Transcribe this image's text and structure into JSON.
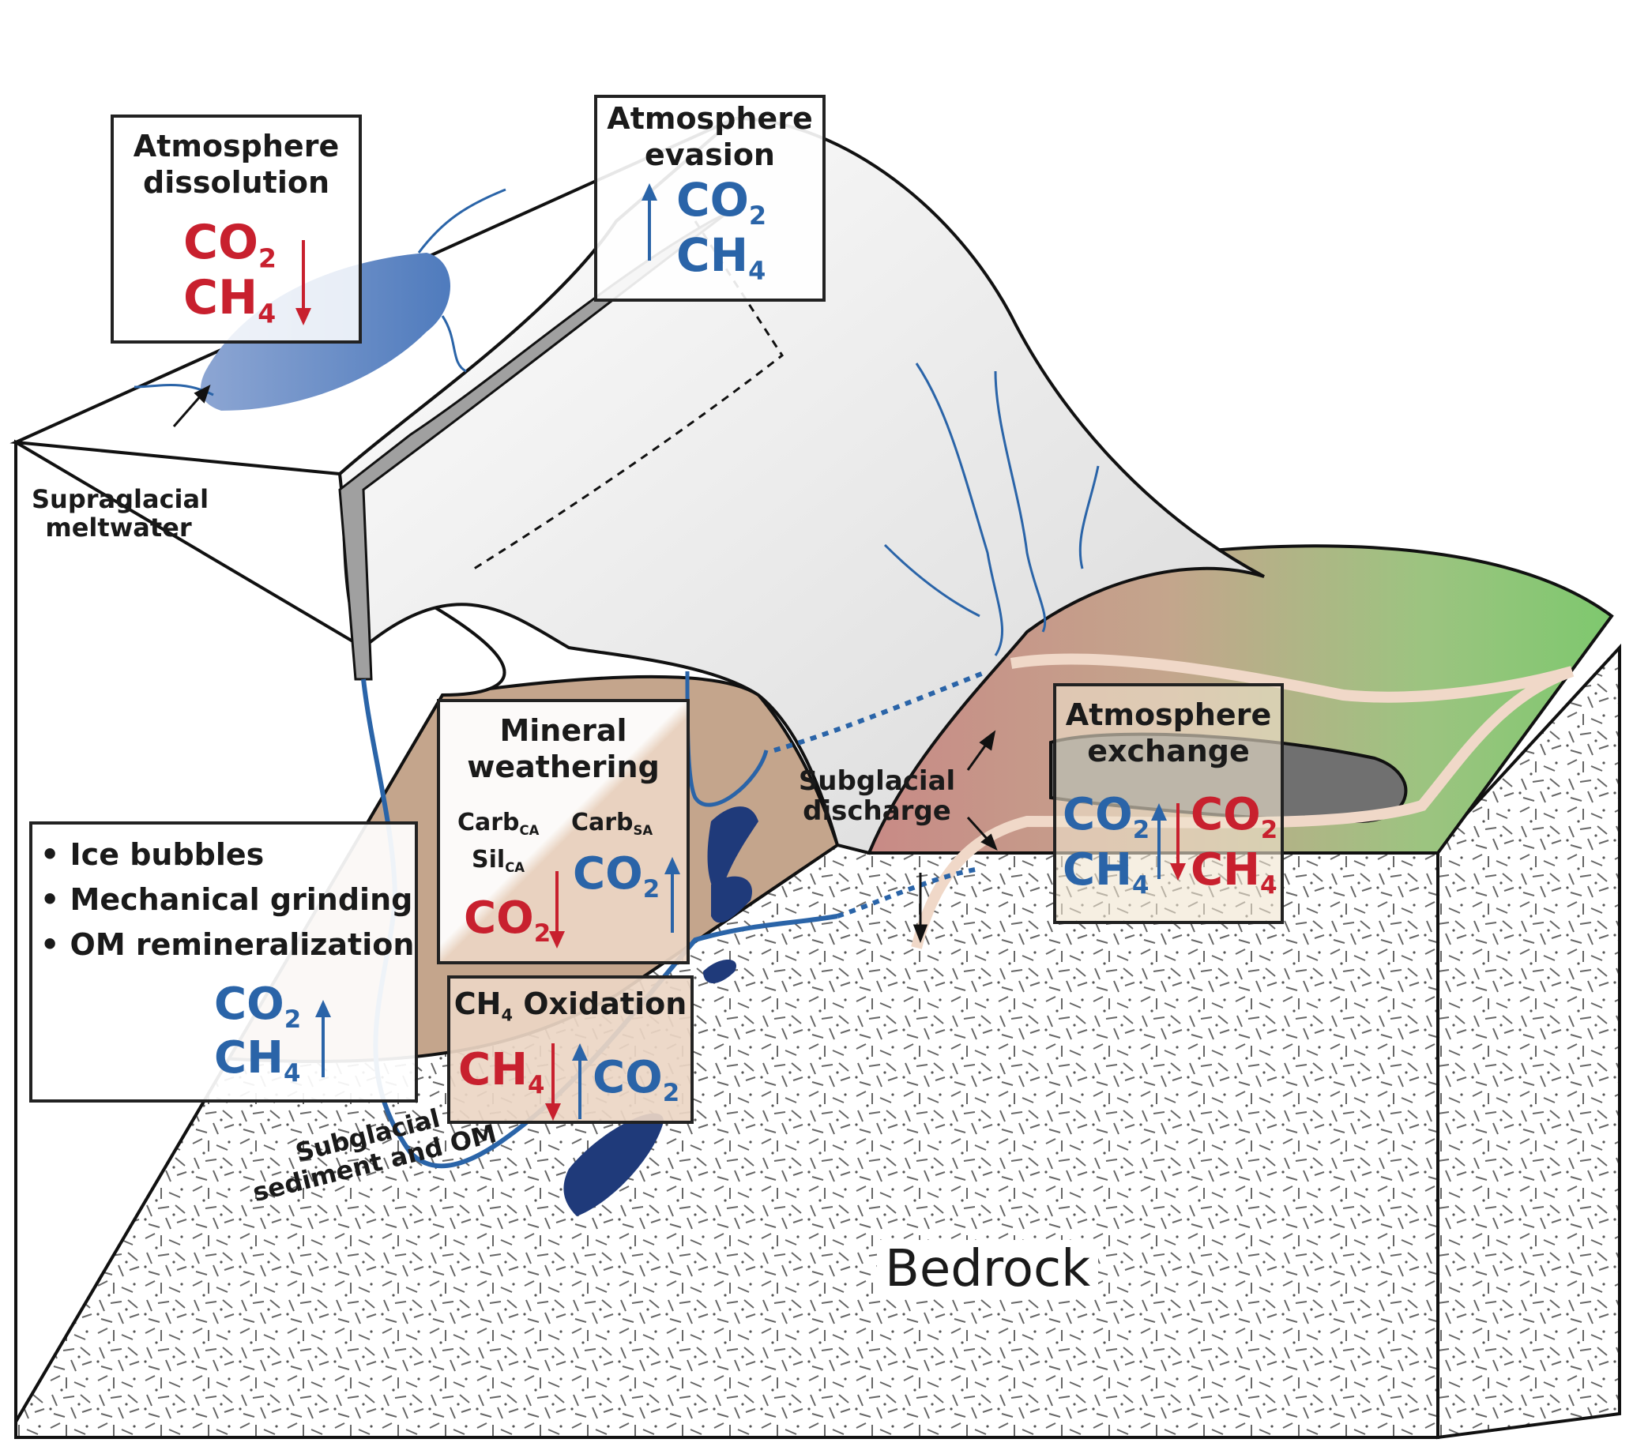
{
  "figure": {
    "title": "Glacier carbon cycling schematic"
  },
  "colors": {
    "co2_ch4_uptake": "#c8202e",
    "co2_ch4_release": "#2a64a8",
    "meltwater": "#4f7bbd",
    "sediment": "#c4a58c",
    "proglacial_green": "#8cc878",
    "ice": "#f2f2f2",
    "bedrock_bg": "#ffffff"
  },
  "boxes": {
    "atmosphere_dissolution": {
      "title_line1": "Atmosphere",
      "title_line2": "dissolution",
      "gas1": "CO",
      "gas1_sub": "2",
      "gas2": "CH",
      "gas2_sub": "4",
      "direction": "down"
    },
    "atmosphere_evasion": {
      "title_line1": "Atmosphere",
      "title_line2": "evasion",
      "gas1": "CO",
      "gas1_sub": "2",
      "gas2": "CH",
      "gas2_sub": "4",
      "direction": "up"
    },
    "ice_processes": {
      "bullets": [
        "Ice bubbles",
        "Mechanical grinding",
        "OM remineralization"
      ],
      "gas1": "CO",
      "gas1_sub": "2",
      "gas2": "CH",
      "gas2_sub": "4",
      "direction": "up"
    },
    "mineral_weathering": {
      "title_line1": "Mineral",
      "title_line2": "weathering",
      "carb_ca": "Carb",
      "carb_ca_sub": "CA",
      "sil_ca": "Sil",
      "sil_ca_sub": "CA",
      "carb_sa": "Carb",
      "carb_sa_sub": "SA",
      "uptake_gas": "CO",
      "uptake_gas_sub": "2",
      "release_gas": "CO",
      "release_gas_sub": "2"
    },
    "ch4_oxidation": {
      "title_prefix": "CH",
      "title_sub": "4",
      "title_suffix": " Oxidation",
      "uptake_gas": "CH",
      "uptake_gas_sub": "4",
      "release_gas": "CO",
      "release_gas_sub": "2"
    },
    "atmosphere_exchange": {
      "title_line1": "Atmosphere",
      "title_line2": "exchange",
      "release_gas1": "CO",
      "release_gas1_sub": "2",
      "release_gas2": "CH",
      "release_gas2_sub": "4",
      "uptake_gas1": "CO",
      "uptake_gas1_sub": "2",
      "uptake_gas2": "CH",
      "uptake_gas2_sub": "4"
    }
  },
  "labels": {
    "supraglacial_line1": "Supraglacial",
    "supraglacial_line2": "meltwater",
    "subglacial_discharge_line1": "Subglacial",
    "subglacial_discharge_line2": "discharge",
    "sediment_line1": "Subglacial",
    "sediment_line2": "sediment and OM",
    "bedrock": "Bedrock"
  }
}
